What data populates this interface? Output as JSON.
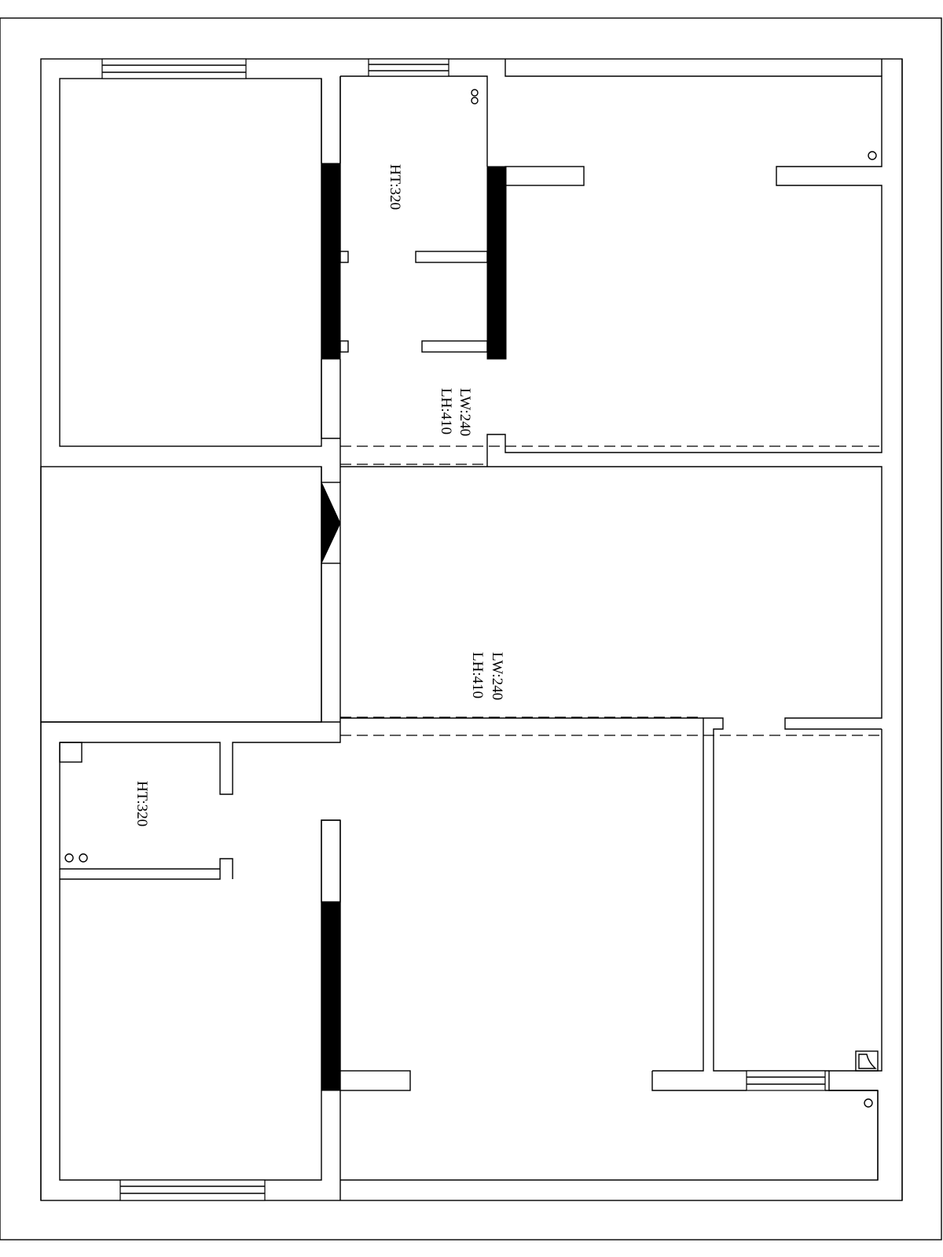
{
  "labels": {
    "ht_top": "HT:320",
    "beam_top_lw": "LW:240",
    "beam_top_lh": "LH:410",
    "beam_mid_lw": "LW:240",
    "beam_mid_lh": "LH:410",
    "ht_bottom": "HT:320"
  }
}
